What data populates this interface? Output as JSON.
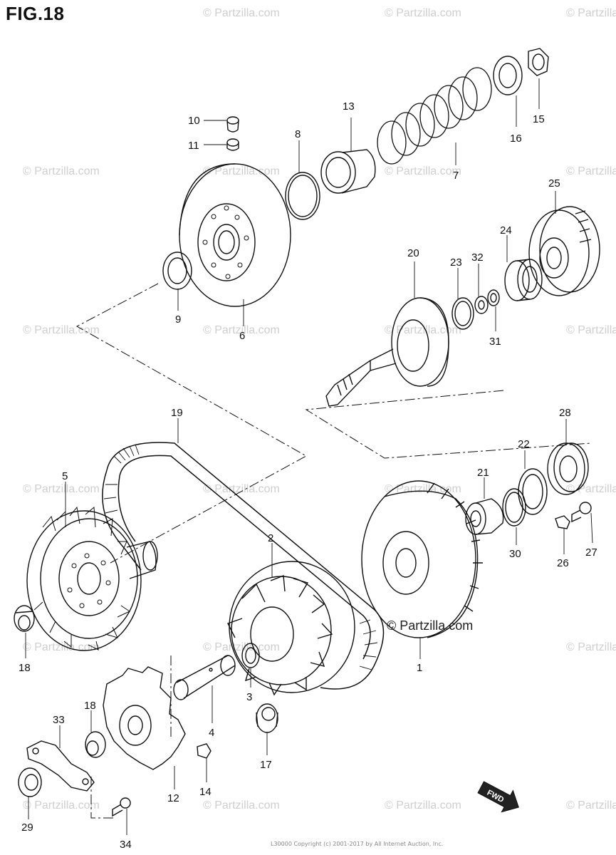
{
  "figure": {
    "title": "FIG.18",
    "copyright_label": "© Partzilla.com",
    "footer_code": "L30000",
    "footer_text": "Copyright (c) 2001-2017 by All Internet Auction, Inc.",
    "fwd_label": "FWD"
  },
  "watermark": "© Partzilla.com",
  "callouts": [
    {
      "id": "c10",
      "label": "10"
    },
    {
      "id": "c11",
      "label": "11"
    },
    {
      "id": "c13",
      "label": "13"
    },
    {
      "id": "c8",
      "label": "8"
    },
    {
      "id": "c15",
      "label": "15"
    },
    {
      "id": "c16",
      "label": "16"
    },
    {
      "id": "c7",
      "label": "7"
    },
    {
      "id": "c9",
      "label": "9"
    },
    {
      "id": "c6",
      "label": "6"
    },
    {
      "id": "c25",
      "label": "25"
    },
    {
      "id": "c24",
      "label": "24"
    },
    {
      "id": "c20",
      "label": "20"
    },
    {
      "id": "c23",
      "label": "23"
    },
    {
      "id": "c32",
      "label": "32"
    },
    {
      "id": "c31",
      "label": "31"
    },
    {
      "id": "c19",
      "label": "19"
    },
    {
      "id": "c28",
      "label": "28"
    },
    {
      "id": "c22",
      "label": "22"
    },
    {
      "id": "c21",
      "label": "21"
    },
    {
      "id": "c5",
      "label": "5"
    },
    {
      "id": "c2",
      "label": "2"
    },
    {
      "id": "c30",
      "label": "30"
    },
    {
      "id": "c26",
      "label": "26"
    },
    {
      "id": "c27",
      "label": "27"
    },
    {
      "id": "c18a",
      "label": "18"
    },
    {
      "id": "c1",
      "label": "1"
    },
    {
      "id": "c3",
      "label": "3"
    },
    {
      "id": "c18b",
      "label": "18"
    },
    {
      "id": "c33",
      "label": "33"
    },
    {
      "id": "c4",
      "label": "4"
    },
    {
      "id": "c17",
      "label": "17"
    },
    {
      "id": "c12",
      "label": "12"
    },
    {
      "id": "c14",
      "label": "14"
    },
    {
      "id": "c29",
      "label": "29"
    },
    {
      "id": "c34",
      "label": "34"
    }
  ]
}
